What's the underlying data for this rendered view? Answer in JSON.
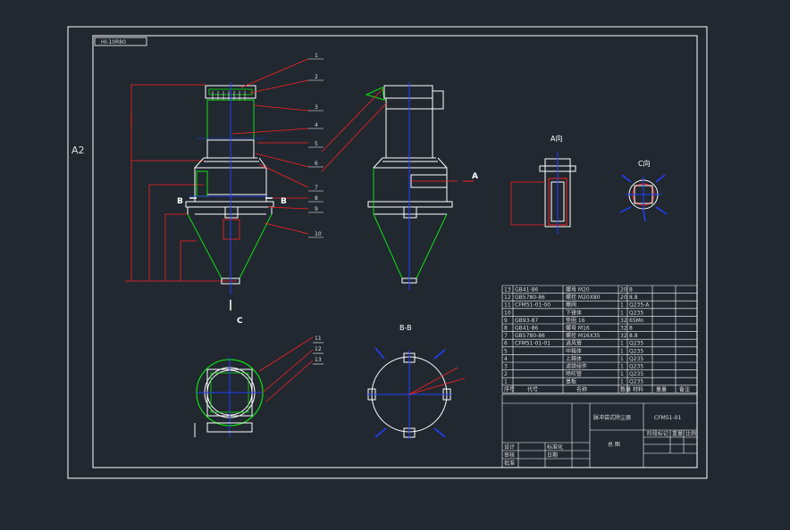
{
  "sheet": {
    "size_label": "A2",
    "stamp": "HI-10R80"
  },
  "part_callouts": [
    "1",
    "2",
    "3",
    "4",
    "5",
    "6",
    "7",
    "8",
    "9",
    "10",
    "11",
    "12",
    "13"
  ],
  "views": {
    "section_bb_left": "B",
    "section_bb_right": "B",
    "view_c": "C",
    "arrow_a": "A",
    "view_a_title": "A向",
    "view_c_title": "C向",
    "section_bb_title": "B-B"
  },
  "parts_list": [
    {
      "no": "13",
      "code": "GB41-86",
      "name": "螺母 M20",
      "qty": "20",
      "mat": "8"
    },
    {
      "no": "12",
      "code": "GB5780-86",
      "name": "螺栓 M20X80",
      "qty": "20",
      "mat": "8.8"
    },
    {
      "no": "11",
      "code": "CFM51-01-00",
      "name": "蝶阀",
      "qty": "1",
      "mat": "Q235-A"
    },
    {
      "no": "10",
      "code": "",
      "name": "下锥体",
      "qty": "1",
      "mat": "Q235"
    },
    {
      "no": "9",
      "code": "GB93-87",
      "name": "垫圈 16",
      "qty": "32",
      "mat": "65Mn"
    },
    {
      "no": "8",
      "code": "GB41-86",
      "name": "螺母 M16",
      "qty": "32",
      "mat": "8"
    },
    {
      "no": "7",
      "code": "GB5780-86",
      "name": "螺栓 M16X35",
      "qty": "32",
      "mat": "8.8"
    },
    {
      "no": "6",
      "code": "CFM51-01-01",
      "name": "进风管",
      "qty": "1",
      "mat": "Q235"
    },
    {
      "no": "5",
      "code": "",
      "name": "中箱体",
      "qty": "1",
      "mat": "Q235"
    },
    {
      "no": "4",
      "code": "",
      "name": "上箱体",
      "qty": "1",
      "mat": "Q235"
    },
    {
      "no": "3",
      "code": "",
      "name": "滤袋组件",
      "qty": "1",
      "mat": "Q235"
    },
    {
      "no": "2",
      "code": "",
      "name": "喷吹管",
      "qty": "1",
      "mat": "Q235"
    },
    {
      "no": "1",
      "code": "",
      "name": "盖板",
      "qty": "1",
      "mat": "Q235"
    }
  ],
  "parts_header": {
    "no": "序号",
    "code": "代号",
    "name": "名称",
    "qty": "数量",
    "mat": "材料",
    "weight": "重量",
    "note": "备注"
  },
  "title_block": {
    "drawing_title": "脉冲袋式除尘器",
    "drawing_number": "CFM51-01",
    "assembly": "总 图",
    "stage_label": "阶段标记",
    "weight_label": "重量",
    "scale_label": "比例",
    "designer": "设计",
    "checker": "审核",
    "approver": "批准",
    "std": "标准化",
    "date": "日期"
  },
  "colors": {
    "frame": "#ffffff",
    "red": "#ff2020",
    "green": "#10e010",
    "blue": "#2040ff",
    "white": "#ffffff",
    "bg": "#212830"
  }
}
